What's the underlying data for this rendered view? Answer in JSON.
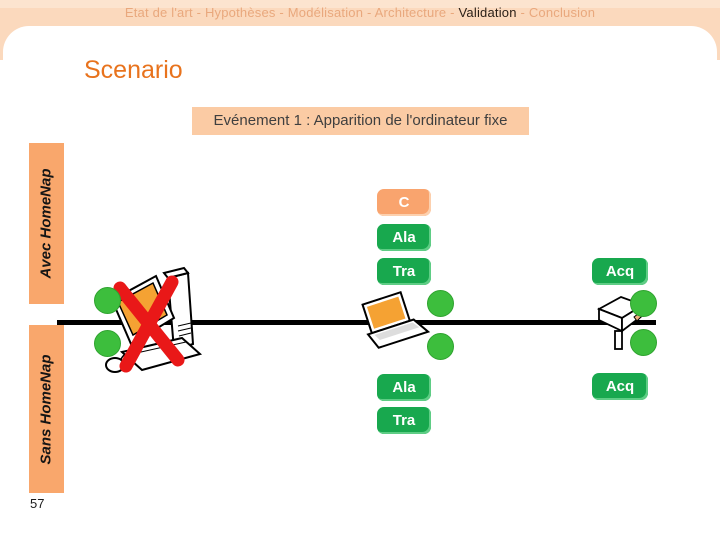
{
  "colors": {
    "band": "#FBD9BD",
    "band_light": "#FCE4CF",
    "breadcrumb_text": "#E9A87D",
    "breadcrumb_active": "#2B2018",
    "title_orange": "#E8731D",
    "event_banner_bg": "#FBCBA4",
    "row_label_bg": "#F9A76C",
    "button_green": "#18A84E",
    "button_orange": "#F9A46E",
    "dot_green": "#3DBE3D",
    "cross_red": "#E91818",
    "screen_orange": "#F5A233",
    "timeline": "#000000"
  },
  "header": {
    "breadcrumb": {
      "separator": " - ",
      "items": [
        "Etat de l'art",
        "Hypothèses",
        "Modélisation",
        "Architecture",
        "Validation",
        "Conclusion"
      ],
      "active_item": "Validation"
    }
  },
  "slide": {
    "title": "Scenario",
    "event_banner": "Evénement 1 : Apparition de l'ordinateur fixe",
    "page_number": "57"
  },
  "avec_row": {
    "label": "Avec HomeNap",
    "buttons": {
      "c": "C",
      "ala": "Ala",
      "tra": "Tra",
      "acq": "Acq"
    }
  },
  "sans_row": {
    "label": "Sans HomeNap",
    "buttons": {
      "ala": "Ala",
      "tra": "Tra",
      "acq": "Acq"
    }
  },
  "icons": {
    "desktop": "desktop-computer-with-red-cross",
    "laptop": "laptop",
    "camera": "camera",
    "dots": "green-status-dot"
  }
}
